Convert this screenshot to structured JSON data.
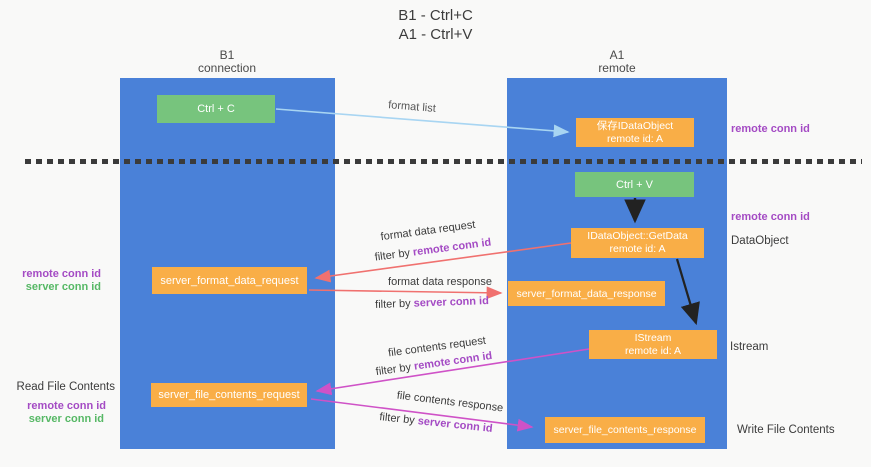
{
  "title": {
    "line1": "B1 - Ctrl+C",
    "line2": "A1 - Ctrl+V"
  },
  "columns": {
    "b1": {
      "name": "B1",
      "subtitle": "connection"
    },
    "a1": {
      "name": "A1",
      "subtitle": "remote"
    }
  },
  "boxes": {
    "ctrl_c": {
      "label": "Ctrl + C"
    },
    "ctrl_v": {
      "label": "Ctrl + V"
    },
    "save_dataobject": {
      "line1": "保存IDataObject",
      "line2": "remote id: A"
    },
    "getdata": {
      "line1": "IDataObject::GetData",
      "line2": "remote id: A"
    },
    "istream": {
      "line1": "IStream",
      "line2": "remote id: A"
    },
    "format_request": {
      "label": "server_format_data_request"
    },
    "format_response": {
      "label": "server_format_data_response"
    },
    "file_request": {
      "label": "server_file_contents_request"
    },
    "file_response": {
      "label": "server_file_contents_response"
    }
  },
  "edges": {
    "format_list": {
      "label": "format list"
    },
    "format_data_request": {
      "label": "format data request",
      "filter_prefix": "filter by ",
      "filter_value": "remote conn id"
    },
    "format_data_response": {
      "label": "format data response",
      "filter_prefix": "filter by ",
      "filter_value": "server conn id"
    },
    "file_contents_request": {
      "label": "file contents request",
      "filter_prefix": "filter by ",
      "filter_value": "remote conn id"
    },
    "file_contents_response": {
      "label": "file contents response",
      "filter_prefix": "filter by ",
      "filter_value": "server conn id"
    }
  },
  "side_labels": {
    "left_remote_conn_id": "remote conn id",
    "left_server_conn_id": "server conn id",
    "read_file_contents": "Read File Contents",
    "left_remote_conn_id_2": "remote conn id",
    "left_server_conn_id_2": "server conn id",
    "right_remote_conn_id_top": "remote conn id",
    "right_remote_conn_id_mid": "remote conn id",
    "dataobject": "DataObject",
    "istream": "Istream",
    "write_file_contents": "Write File Contents"
  },
  "colors": {
    "lane_blue": "#4a81d8",
    "box_green": "#77c47d",
    "box_orange": "#f9ae47",
    "arrow_light_blue": "#a8d5f2",
    "arrow_salmon": "#f0716f",
    "arrow_magenta": "#cf52c7",
    "arrow_black": "#222222",
    "text_purple": "#a44bc4",
    "text_green": "#56b865"
  }
}
